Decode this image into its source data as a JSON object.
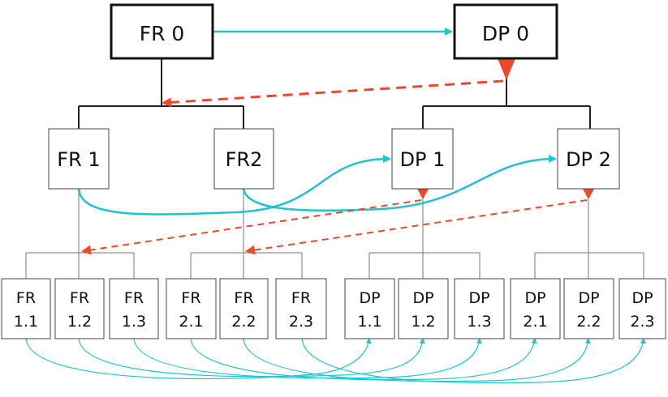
{
  "colors": {
    "line": "#222222",
    "thin_line": "#777777",
    "flow": "#1fc4cf",
    "feedback": "#f0472a"
  },
  "nodes": {
    "fr0": "FR 0",
    "dp0": "DP 0",
    "fr1": "FR 1",
    "fr2": "FR2",
    "dp1": "DP 1",
    "dp2": "DP 2",
    "fr11": [
      "FR",
      "1.1"
    ],
    "fr12": [
      "FR",
      "1.2"
    ],
    "fr13": [
      "FR",
      "1.3"
    ],
    "fr21": [
      "FR",
      "2.1"
    ],
    "fr22": [
      "FR",
      "2.2"
    ],
    "fr23": [
      "FR",
      "2.3"
    ],
    "dp11": [
      "DP",
      "1.1"
    ],
    "dp12": [
      "DP",
      "1.2"
    ],
    "dp13": [
      "DP",
      "1.3"
    ],
    "dp21": [
      "DP",
      "2.1"
    ],
    "dp22": [
      "DP",
      "2.2"
    ],
    "dp23": [
      "DP",
      "2.3"
    ]
  }
}
